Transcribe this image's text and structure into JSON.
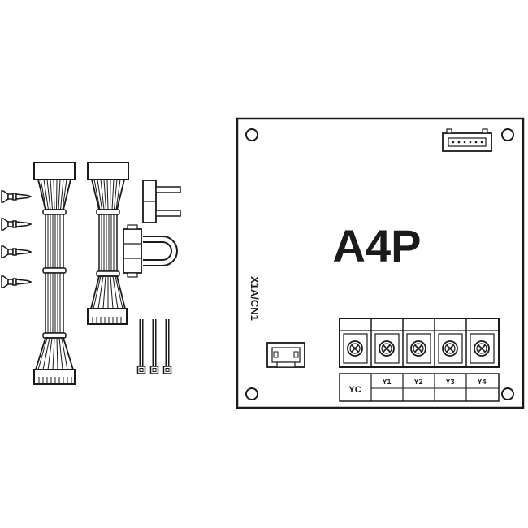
{
  "board": {
    "title": "A4P",
    "connector_label": "X1A/CN1"
  },
  "terminals": [
    {
      "label": "YC"
    },
    {
      "label": "Y1"
    },
    {
      "label": "Y2"
    },
    {
      "label": "Y3"
    },
    {
      "label": "Y4"
    }
  ],
  "colors": {
    "line": "#1a1a1a",
    "background": "#ffffff"
  }
}
